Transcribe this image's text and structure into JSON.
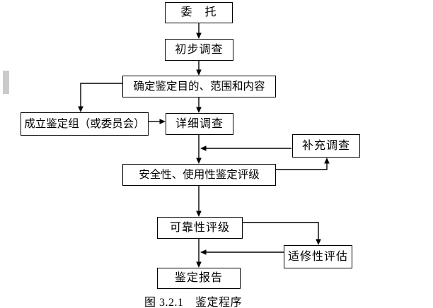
{
  "diagram": {
    "caption": "图 3.2.1　鉴定程序",
    "nodes": {
      "entrust": "委　托",
      "preliminary_survey": "初步调查",
      "determine_scope": "确定鉴定目的、范围和内容",
      "form_team": "成立鉴定组（或委员会）",
      "detailed_survey": "详细调查",
      "supplementary_survey": "补充调查",
      "safety_serviceability_rating": "安全性、使用性鉴定评级",
      "reliability_rating": "可靠性评级",
      "repairability_assessment": "适修性评估",
      "appraisal_report": "鉴定报告"
    },
    "edges": [
      {
        "from": "entrust",
        "to": "preliminary_survey"
      },
      {
        "from": "preliminary_survey",
        "to": "determine_scope"
      },
      {
        "from": "determine_scope",
        "to": "form_team"
      },
      {
        "from": "determine_scope",
        "to": "detailed_survey"
      },
      {
        "from": "form_team",
        "to": "detailed_survey"
      },
      {
        "from": "detailed_survey",
        "to": "safety_serviceability_rating"
      },
      {
        "from": "safety_serviceability_rating",
        "to": "supplementary_survey"
      },
      {
        "from": "supplementary_survey",
        "to": "safety_serviceability_rating"
      },
      {
        "from": "safety_serviceability_rating",
        "to": "reliability_rating"
      },
      {
        "from": "reliability_rating",
        "to": "repairability_assessment"
      },
      {
        "from": "repairability_assessment",
        "to": "appraisal_report"
      },
      {
        "from": "reliability_rating",
        "to": "appraisal_report"
      }
    ],
    "colors": {
      "line": "#000000",
      "box_border": "#000000",
      "box_fill": "#ffffff",
      "background": "#ffffff",
      "margin_bar": "#cacaca"
    }
  }
}
